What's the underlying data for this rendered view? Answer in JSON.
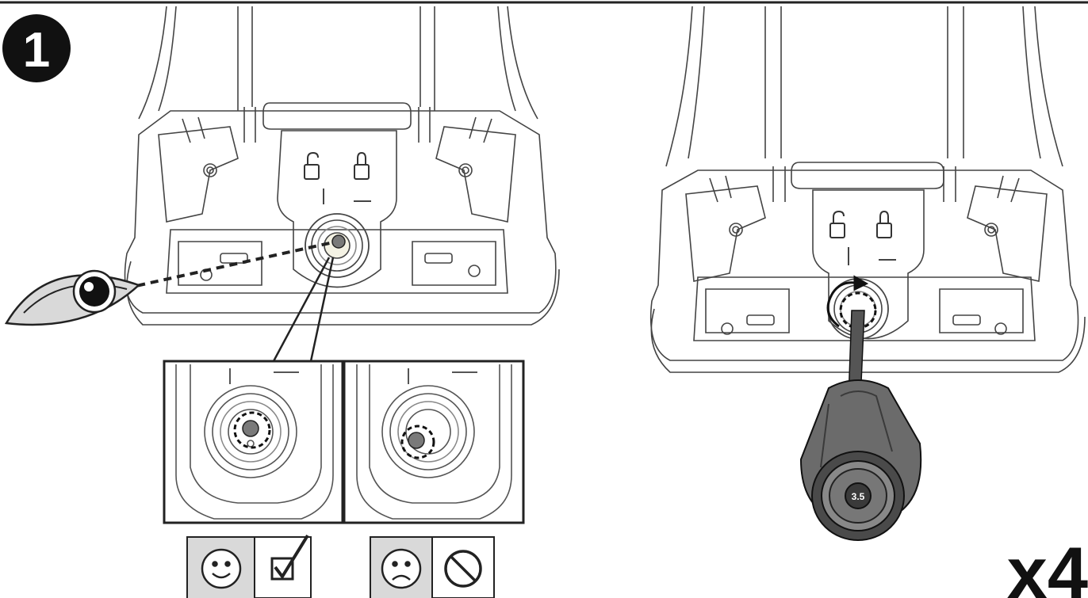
{
  "step": {
    "number": "1"
  },
  "multiplier": {
    "text": "x4"
  },
  "screwdriver": {
    "label": "3.5"
  },
  "icons": {
    "eye": "eye-icon",
    "unlocked": "unlocked-padlock-icon",
    "locked": "locked-padlock-icon",
    "happy": "happy-face-icon",
    "sad": "sad-face-icon",
    "check": "checkbox-checked-icon",
    "prohibited": "prohibited-icon",
    "rotate": "rotate-arrow-icon"
  },
  "colors": {
    "line": "#222222",
    "detail": "#555555",
    "shade": "#d9d9d9",
    "pin": "#7a7a7a",
    "tool": "#6b6b6b",
    "toolDark": "#3a3a3a"
  }
}
